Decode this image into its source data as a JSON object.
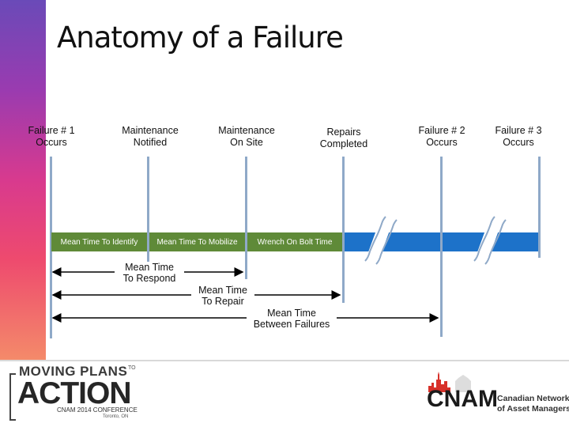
{
  "title": "Anatomy of a Failure",
  "events": [
    {
      "label_line1": "Failure # 1",
      "label_line2": "Occurs"
    },
    {
      "label_line1": "Maintenance",
      "label_line2": "Notified"
    },
    {
      "label_line1": "Maintenance",
      "label_line2": "On Site"
    },
    {
      "label_line1": "Repairs",
      "label_line2": "Completed"
    },
    {
      "label_line1": "Failure # 2",
      "label_line2": "Occurs"
    },
    {
      "label_line1": "Failure # 3",
      "label_line2": "Occurs"
    }
  ],
  "segments": [
    {
      "label": "Mean Time To Identify"
    },
    {
      "label": "Mean Time To Mobilize"
    },
    {
      "label": "Wrench On Bolt Time"
    }
  ],
  "intervals": [
    {
      "label_line1": "Mean Time",
      "label_line2": "To Respond"
    },
    {
      "label_line1": "Mean Time",
      "label_line2": "To Repair"
    },
    {
      "label_line1": "Mean Time",
      "label_line2": "Between Failures"
    }
  ],
  "colors": {
    "timeline_green": "#5f8a38",
    "timeline_blue": "#1d72c9",
    "event_line": "#8fa9c8"
  },
  "footer": {
    "left_logo": {
      "line1": "MOVING PLANS",
      "line1_suffix": "TO",
      "line2": "ACTION",
      "line3": "CNAM 2014 CONFERENCE",
      "line4": "Toronto, ON"
    },
    "right_logo": {
      "brand": "CNAM",
      "name_line1": "Canadian Network",
      "name_line2": "of Asset Managers"
    }
  }
}
